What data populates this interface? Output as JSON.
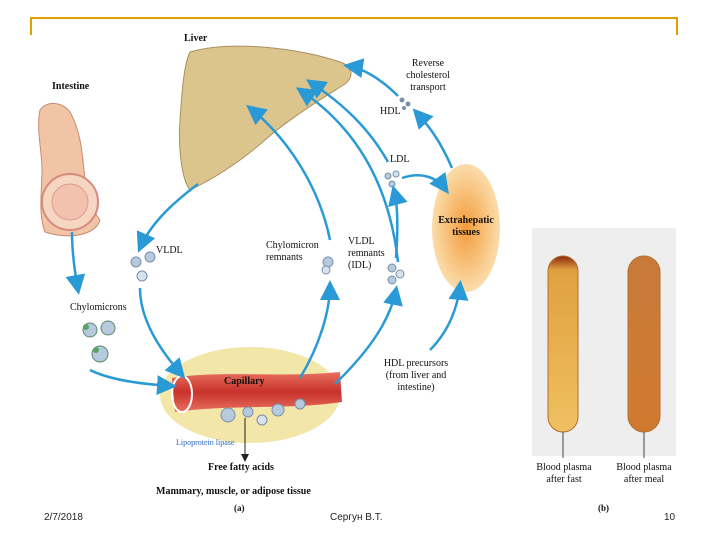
{
  "diagram": {
    "labels": {
      "liver": "Liver",
      "intestine": "Intestine",
      "reverse_transport": [
        "Reverse",
        "cholesterol",
        "transport"
      ],
      "hdl": "HDL",
      "ldl": "LDL",
      "extrahepatic": [
        "Extrahepatic",
        "tissues"
      ],
      "vldl": "VLDL",
      "chylomicron_remnants": [
        "Chylomicron",
        "remnants"
      ],
      "vldl_remnants": [
        "VLDL",
        "remnants",
        "(IDL)"
      ],
      "chylomicrons": "Chylomicrons",
      "hdl_precursors": [
        "HDL precursors",
        "(from liver and",
        "intestine)"
      ],
      "capillary": "Capillary",
      "lipoprotein_lipase": "Lipoprotein lipase",
      "free_fatty_acids": "Free fatty acids",
      "tissue": "Mammary, muscle, or adipose tissue",
      "panel_a": "(a)"
    },
    "colors": {
      "arrow": "#2a9ad6",
      "liver": "#dcc58c",
      "intestine": "#f0c4a4",
      "vessel": "#d94a3c",
      "tissue": "#f2e6a8",
      "extrahepatic": "#f5b450",
      "particle": "#b7c9dd"
    }
  },
  "photo": {
    "caption_left": [
      "Blood plasma",
      "after fast"
    ],
    "caption_right": [
      "Blood plasma",
      "after meal"
    ],
    "panel_b": "(b)"
  },
  "footer": {
    "date": "2/7/2018",
    "author": "Сергун В.Т.",
    "page": "10"
  }
}
